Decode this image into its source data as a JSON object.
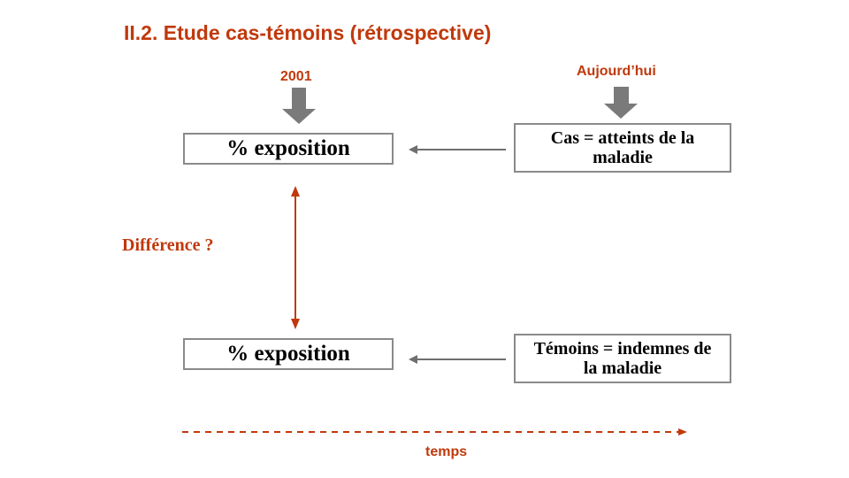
{
  "title": "II.2. Etude cas-témoins (rétrospective)",
  "timepoints": {
    "past": "2001",
    "present": "Aujourd’hui"
  },
  "exposure_top": "% exposition",
  "exposure_bottom": "% exposition",
  "cases_box": "Cas = atteints de la maladie",
  "controls_box": "Témoins = indemnes de la maladie",
  "comparison_label": "Différence ?",
  "time_axis_label": "temps",
  "colors": {
    "accent": "#c0390c",
    "box_border": "#8a8a8a",
    "arrow_gray": "#6f6f6f"
  }
}
